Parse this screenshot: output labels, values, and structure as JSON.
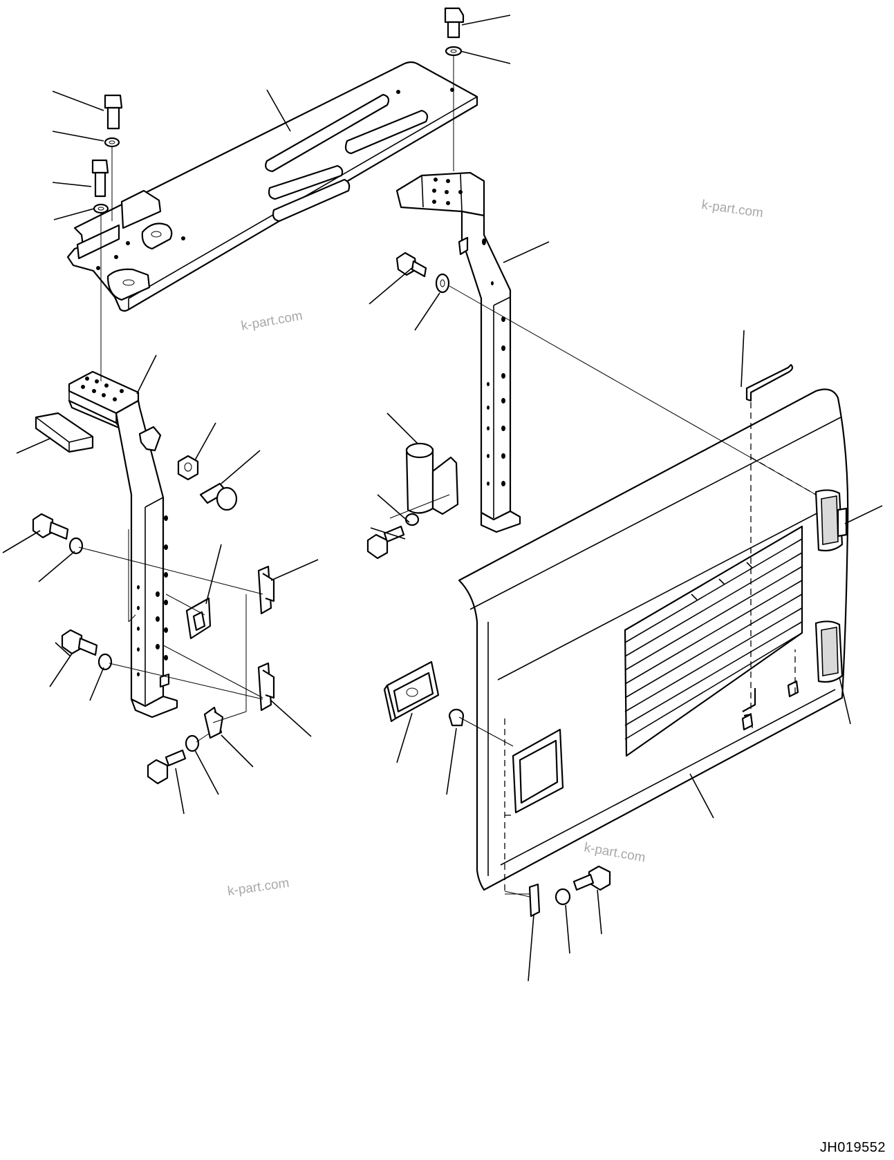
{
  "diagram": {
    "drawing_code": "JH019552",
    "watermarks": [
      "k-part.com",
      "k-part.com",
      "k-part.com",
      "k-part.com"
    ]
  }
}
